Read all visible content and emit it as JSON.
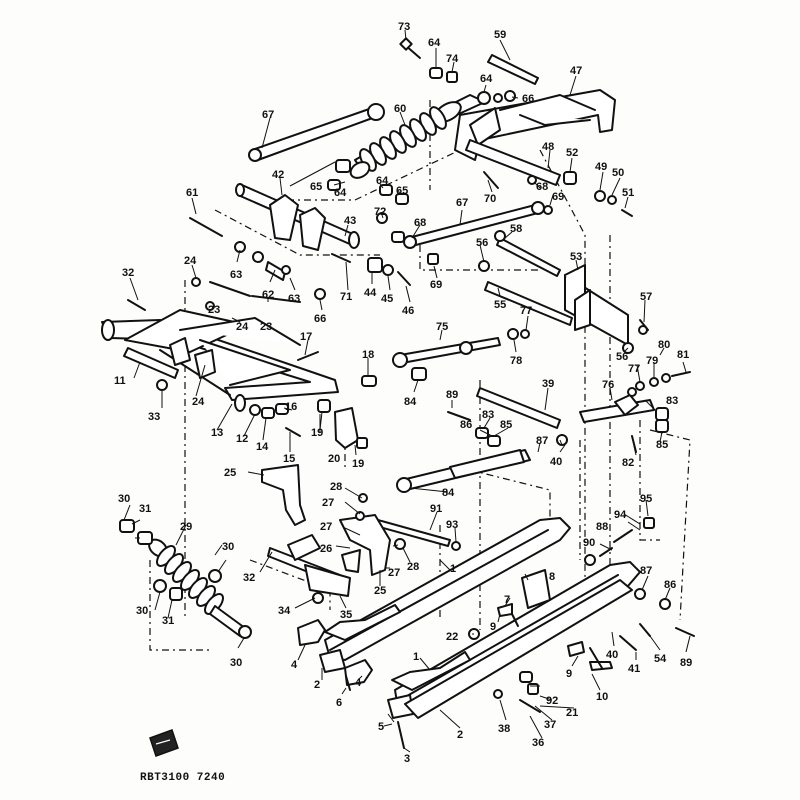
{
  "diagram": {
    "footer_code": "RBT3100 7240",
    "callouts": [
      "1",
      "2",
      "3",
      "4",
      "5",
      "6",
      "7",
      "8",
      "9",
      "10",
      "11",
      "12",
      "13",
      "14",
      "15",
      "16",
      "17",
      "18",
      "19",
      "20",
      "21",
      "22",
      "23",
      "24",
      "25",
      "26",
      "27",
      "28",
      "29",
      "30",
      "31",
      "32",
      "33",
      "34",
      "35",
      "36",
      "37",
      "38",
      "39",
      "40",
      "41",
      "42",
      "43",
      "44",
      "45",
      "46",
      "47",
      "48",
      "49",
      "50",
      "51",
      "52",
      "53",
      "54",
      "55",
      "56",
      "57",
      "58",
      "59",
      "60",
      "61",
      "62",
      "63",
      "64",
      "65",
      "66",
      "67",
      "68",
      "69",
      "70",
      "71",
      "72",
      "73",
      "74",
      "75",
      "76",
      "77",
      "78",
      "79",
      "80",
      "81",
      "82",
      "83",
      "84",
      "85",
      "86",
      "87",
      "88",
      "89",
      "90",
      "91",
      "92",
      "93",
      "94",
      "95"
    ]
  }
}
